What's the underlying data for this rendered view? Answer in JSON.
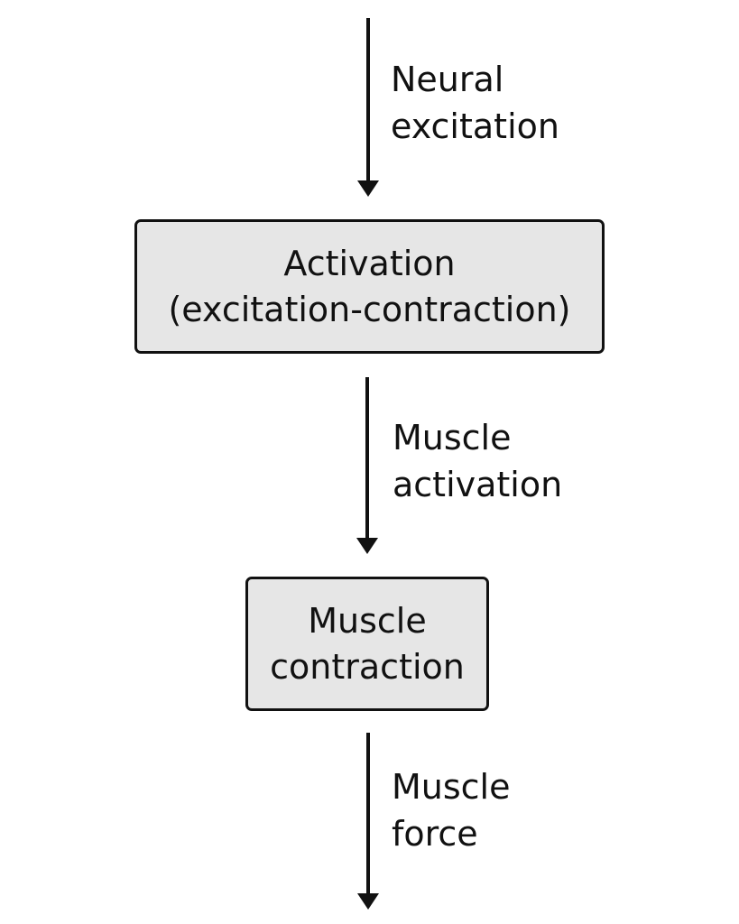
{
  "diagram": {
    "arrows": [
      {
        "label_lines": [
          "Neural",
          "excitation"
        ]
      },
      {
        "label_lines": [
          "Muscle",
          "activation"
        ]
      },
      {
        "label_lines": [
          "Muscle",
          "force"
        ]
      }
    ],
    "nodes": [
      {
        "lines": [
          "Activation",
          "(excitation-contraction)"
        ]
      },
      {
        "lines": [
          "Muscle",
          "contraction"
        ]
      }
    ],
    "colors": {
      "node_fill": "#e6e6e6",
      "stroke": "#111111",
      "background": "#ffffff"
    }
  }
}
